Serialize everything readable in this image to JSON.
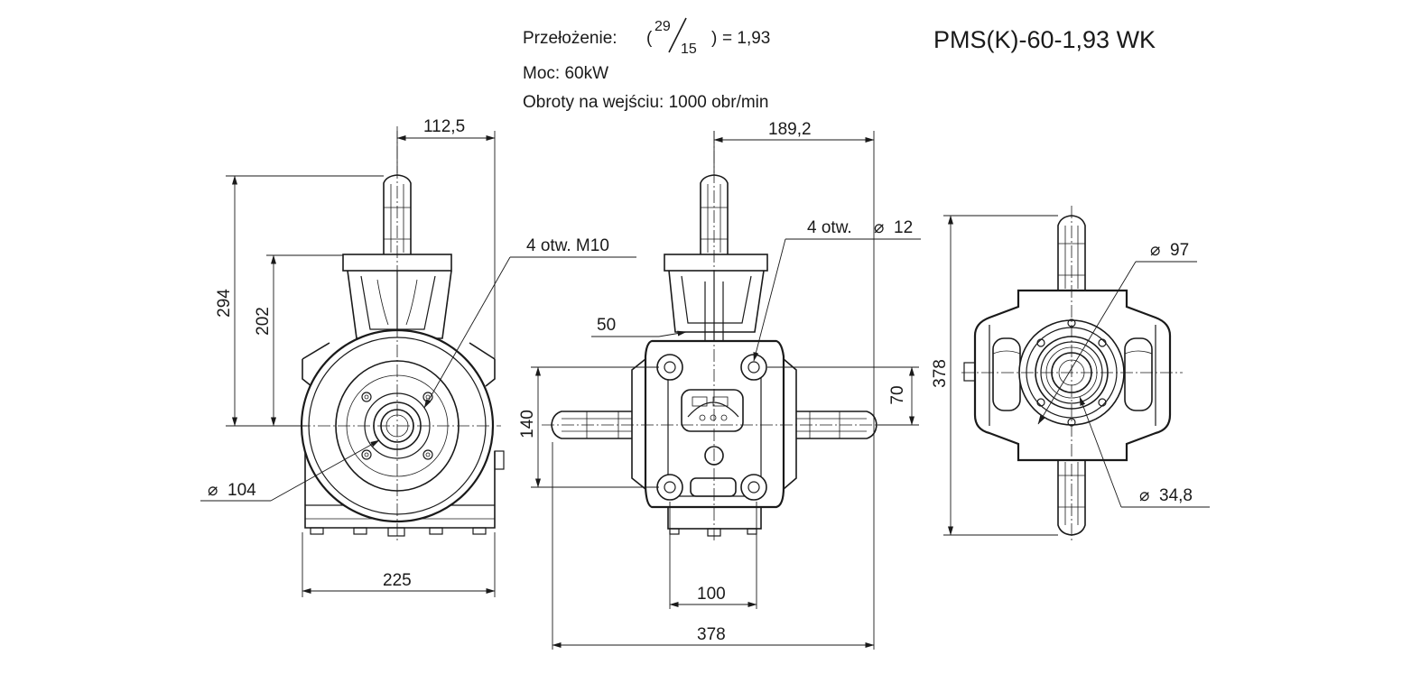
{
  "header": {
    "ratio_label": "Przełożenie:",
    "ratio_numerator": "29",
    "ratio_denominator": "15",
    "ratio_value": "= 1,93",
    "power": "Moc: 60kW",
    "input_speed": "Obroty na wejściu: 1000 obr/min",
    "model": "PMS(K)-60-1,93 WK"
  },
  "dimensions": {
    "d_112_5": "112,5",
    "d_294": "294",
    "d_202": "202",
    "d_225": "225",
    "d_104": "104",
    "holes_m10": "4 otw. M10",
    "d_189_2": "189,2",
    "holes_12_text": "4 otw.",
    "holes_12_dia": "12",
    "d_50": "50",
    "d_140": "140",
    "d_70": "70",
    "d_100": "100",
    "d_378_bottom": "378",
    "d_378_right": "378",
    "d_97": "97",
    "d_34_8": "34,8"
  },
  "symbols": {
    "diameter": "⌀"
  }
}
